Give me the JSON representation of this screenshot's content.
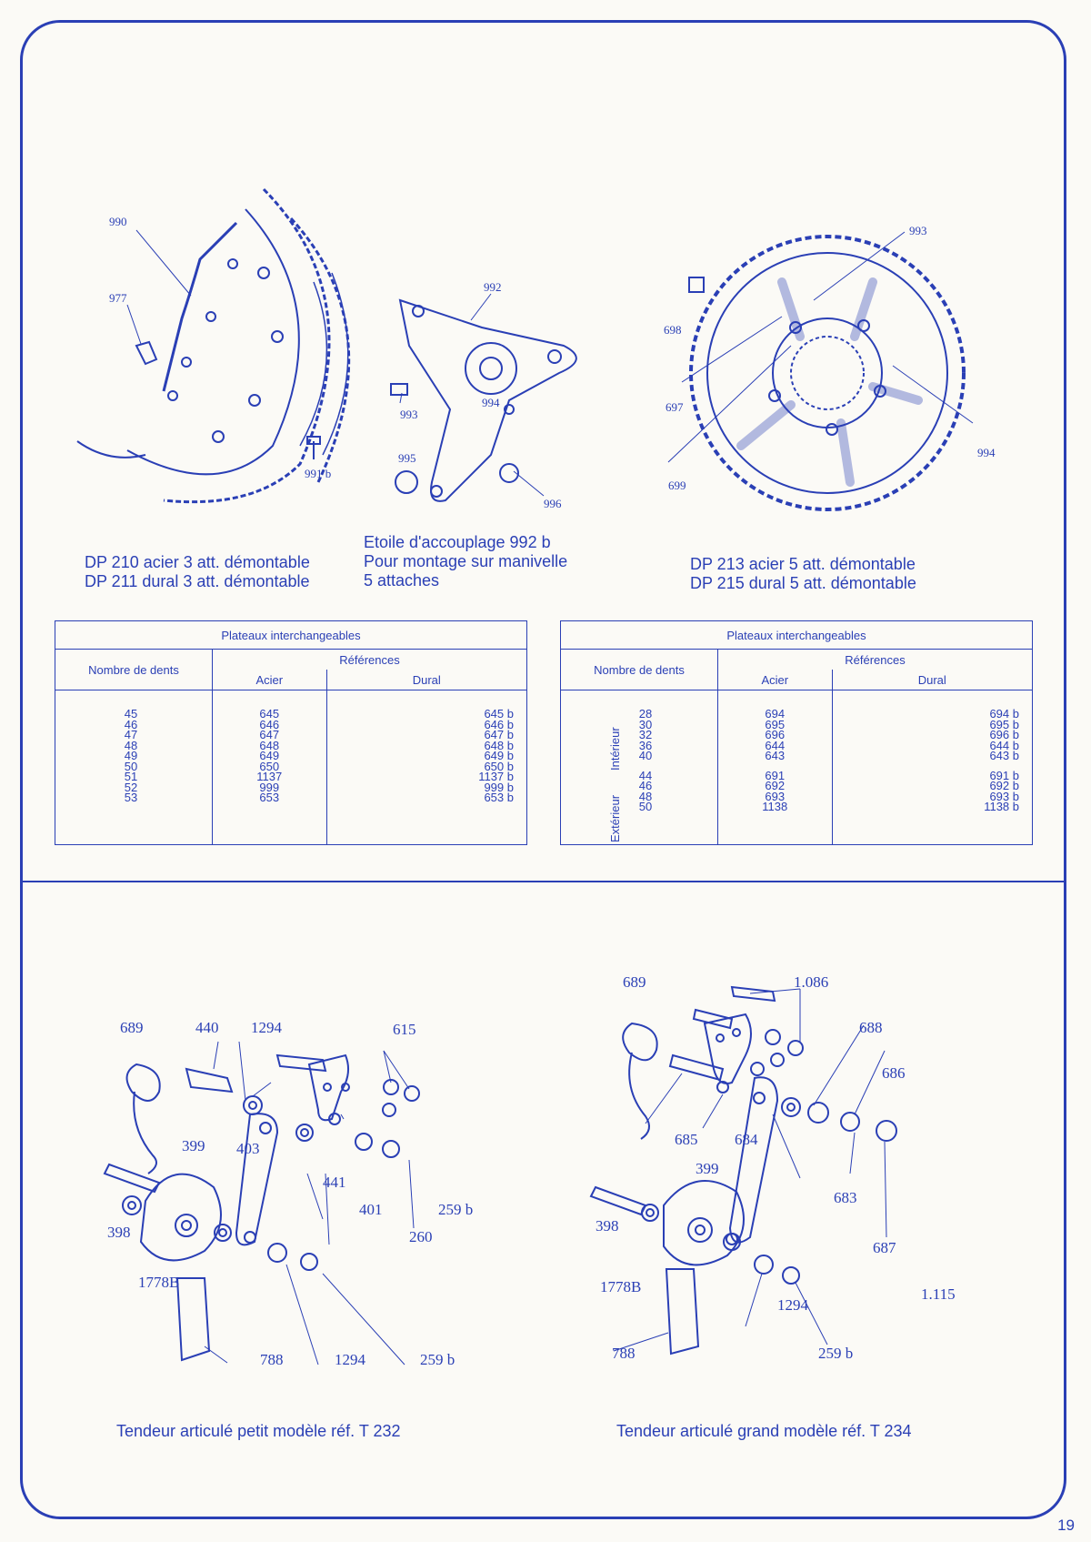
{
  "page_number": "19",
  "top_figures": {
    "left": {
      "labels": [
        "990",
        "977",
        "991 b"
      ],
      "caption_lines": [
        "DP 210 acier 3 att. démontable",
        "DP 211 dural 3 att. démontable"
      ]
    },
    "middle": {
      "labels": [
        "992",
        "993",
        "994",
        "995",
        "996"
      ],
      "caption_lines": [
        "Etoile d'accouplage 992 b",
        "Pour montage sur manivelle",
        "5 attaches"
      ]
    },
    "right": {
      "labels": [
        "993",
        "698",
        "697",
        "699",
        "994"
      ],
      "caption_lines": [
        "DP 213 acier  5 att. démontable",
        "DP 215 dural  5 att. démontable"
      ]
    }
  },
  "table_left": {
    "title": "Plateaux interchangeables",
    "col_teeth": "Nombre de dents",
    "col_refs": "Références",
    "col_acier": "Acier",
    "col_dural": "Dural",
    "rows": [
      {
        "teeth": "45",
        "acier": "645",
        "dural": "645 b"
      },
      {
        "teeth": "46",
        "acier": "646",
        "dural": "646 b"
      },
      {
        "teeth": "47",
        "acier": "647",
        "dural": "647 b"
      },
      {
        "teeth": "48",
        "acier": "648",
        "dural": "648 b"
      },
      {
        "teeth": "49",
        "acier": "649",
        "dural": "649 b"
      },
      {
        "teeth": "50",
        "acier": "650",
        "dural": "650 b"
      },
      {
        "teeth": "51",
        "acier": "1137",
        "dural": "1137 b"
      },
      {
        "teeth": "52",
        "acier": "999",
        "dural": "999 b"
      },
      {
        "teeth": "53",
        "acier": "653",
        "dural": "653 b"
      }
    ]
  },
  "table_right": {
    "title": "Plateaux interchangeables",
    "col_teeth": "Nombre de dents",
    "col_refs": "Références",
    "col_acier": "Acier",
    "col_dural": "Dural",
    "group_inner": "Intérieur",
    "group_outer": "Extérieur",
    "rows_inner": [
      {
        "teeth": "28",
        "acier": "694",
        "dural": "694 b"
      },
      {
        "teeth": "30",
        "acier": "695",
        "dural": "695 b"
      },
      {
        "teeth": "32",
        "acier": "696",
        "dural": "696 b"
      },
      {
        "teeth": "36",
        "acier": "644",
        "dural": "644 b"
      },
      {
        "teeth": "40",
        "acier": "643",
        "dural": "643 b"
      }
    ],
    "rows_outer": [
      {
        "teeth": "44",
        "acier": "691",
        "dural": "691 b"
      },
      {
        "teeth": "46",
        "acier": "692",
        "dural": "692 b"
      },
      {
        "teeth": "48",
        "acier": "693",
        "dural": "693 b"
      },
      {
        "teeth": "50",
        "acier": "1138",
        "dural": "1138 b"
      }
    ]
  },
  "bottom_figures": {
    "left": {
      "labels": [
        "689",
        "440",
        "1294",
        "615",
        "399",
        "403",
        "441",
        "401",
        "259 b",
        "398",
        "260",
        "1778B",
        "788",
        "1294",
        "259 b"
      ],
      "caption": "Tendeur articulé petit modèle réf. T 232"
    },
    "right": {
      "labels": [
        "689",
        "1.086",
        "688",
        "686",
        "685",
        "684",
        "399",
        "683",
        "398",
        "687",
        "1778B",
        "1.115",
        "1294",
        "788",
        "259 b"
      ],
      "caption": "Tendeur articulé grand modèle réf. T 234"
    }
  }
}
